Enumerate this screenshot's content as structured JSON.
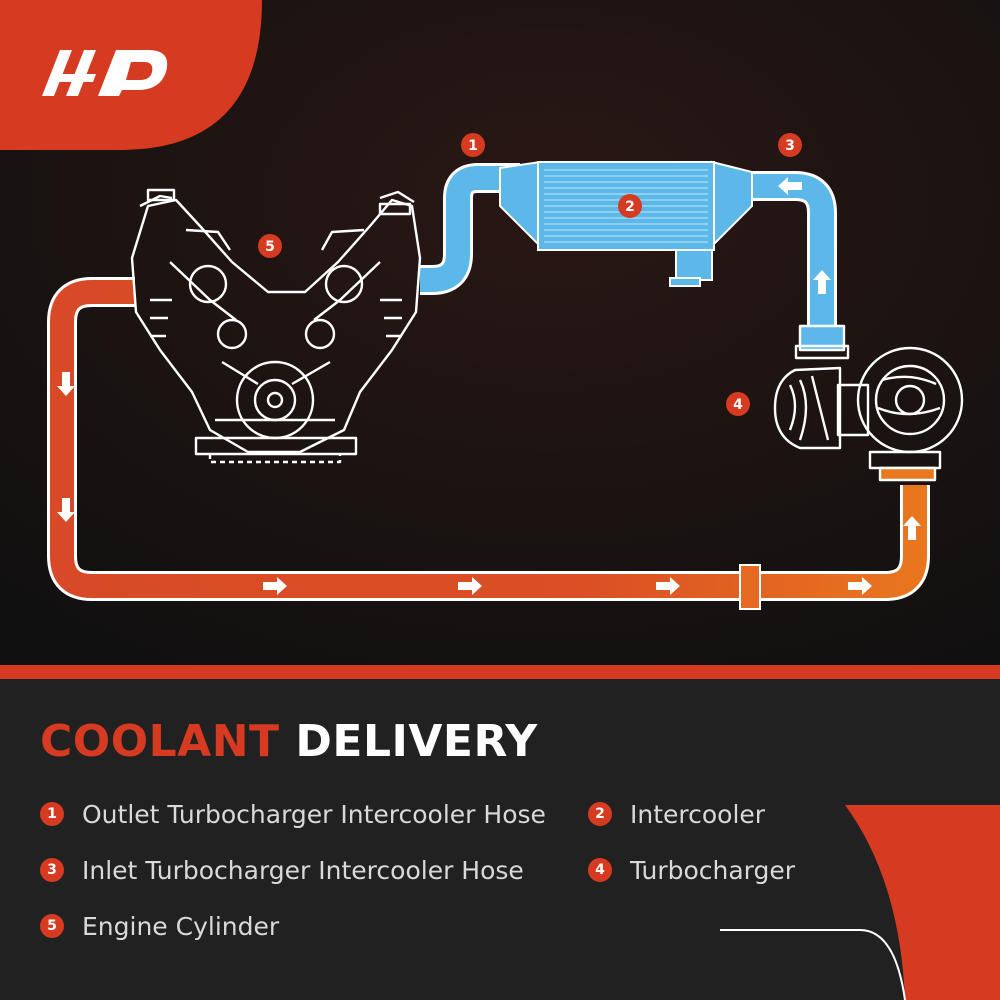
{
  "brand": {
    "logo_text": "A-P",
    "accent_color": "#d63a20",
    "logo_panel_color": "#d63a20",
    "logo_icon": "a-premium-logo-icon"
  },
  "diagram": {
    "hot_pipe_color": "#d84a27",
    "hot_pipe_end_color": "#e9781e",
    "cool_pipe_color": "#5bb8e8",
    "arrow_icon": "flow-arrow-icon",
    "components": [
      {
        "number": "1",
        "name": "outlet-hose"
      },
      {
        "number": "2",
        "name": "intercooler"
      },
      {
        "number": "3",
        "name": "inlet-hose"
      },
      {
        "number": "4",
        "name": "turbocharger"
      },
      {
        "number": "5",
        "name": "engine-cylinder"
      }
    ]
  },
  "title": {
    "part1": "COOLANT",
    "part2": "DELIVERY",
    "part1_color": "#d63a20",
    "part2_color": "#ffffff"
  },
  "legend": [
    {
      "number": "1",
      "label": "Outlet Turbocharger Intercooler Hose"
    },
    {
      "number": "2",
      "label": "Intercooler"
    },
    {
      "number": "3",
      "label": "Inlet Turbocharger Intercooler Hose"
    },
    {
      "number": "4",
      "label": "Turbocharger"
    },
    {
      "number": "5",
      "label": "Engine Cylinder"
    }
  ]
}
